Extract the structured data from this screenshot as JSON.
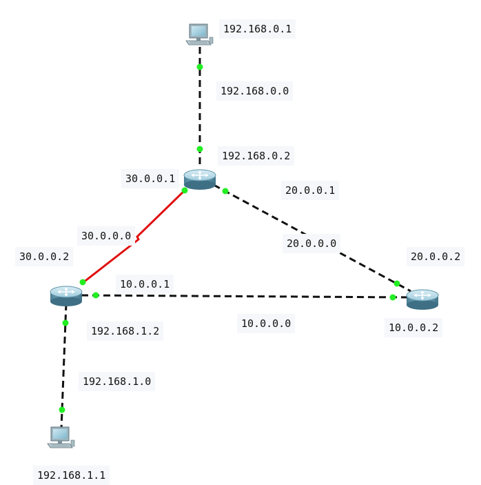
{
  "devices": {
    "pc_top": {
      "icon": "pc-icon",
      "label": "192.168.0.1"
    },
    "pc_bottom": {
      "icon": "pc-icon",
      "label": "192.168.1.1"
    },
    "router_top": {
      "icon": "router-icon"
    },
    "router_left": {
      "icon": "router-icon"
    },
    "router_right": {
      "icon": "router-icon"
    }
  },
  "interfaces": {
    "r_top_lan": "192.168.0.2",
    "r_top_to_left": "30.0.0.1",
    "r_top_to_right": "20.0.0.1",
    "r_left_to_top": "30.0.0.2",
    "r_left_to_right": "10.0.0.1",
    "r_left_lan": "192.168.1.2",
    "r_right_to_top": "20.0.0.2",
    "r_right_to_left": "10.0.0.2"
  },
  "networks": {
    "net_top_lan": "192.168.0.0",
    "net_top_left": "30.0.0.0",
    "net_top_right": "20.0.0.0",
    "net_left_right": "10.0.0.0",
    "net_bottom_lan": "192.168.1.0"
  },
  "colors": {
    "serial_link": "#e01010",
    "ethernet_link": "#111111",
    "port_dot": "#22ee22",
    "label_bg": "#f6f7fb"
  }
}
